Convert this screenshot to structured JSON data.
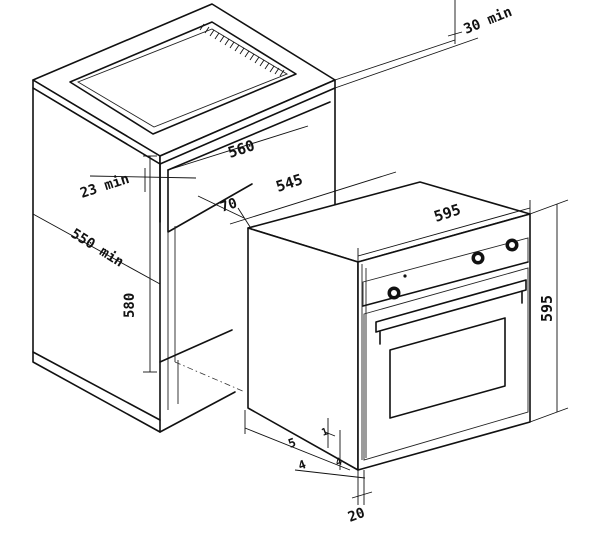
{
  "dimensions": {
    "top_clearance": "30 min",
    "rear_gap": "23 min",
    "niche_width": "560",
    "niche_depth": "545",
    "side_offset": "70",
    "cabinet_depth": "550 min",
    "niche_height": "580",
    "oven_width": "595",
    "oven_height": "595",
    "front_offset": "20",
    "small_a": "5",
    "small_b": "4",
    "small_c": "1",
    "small_d": "4"
  }
}
